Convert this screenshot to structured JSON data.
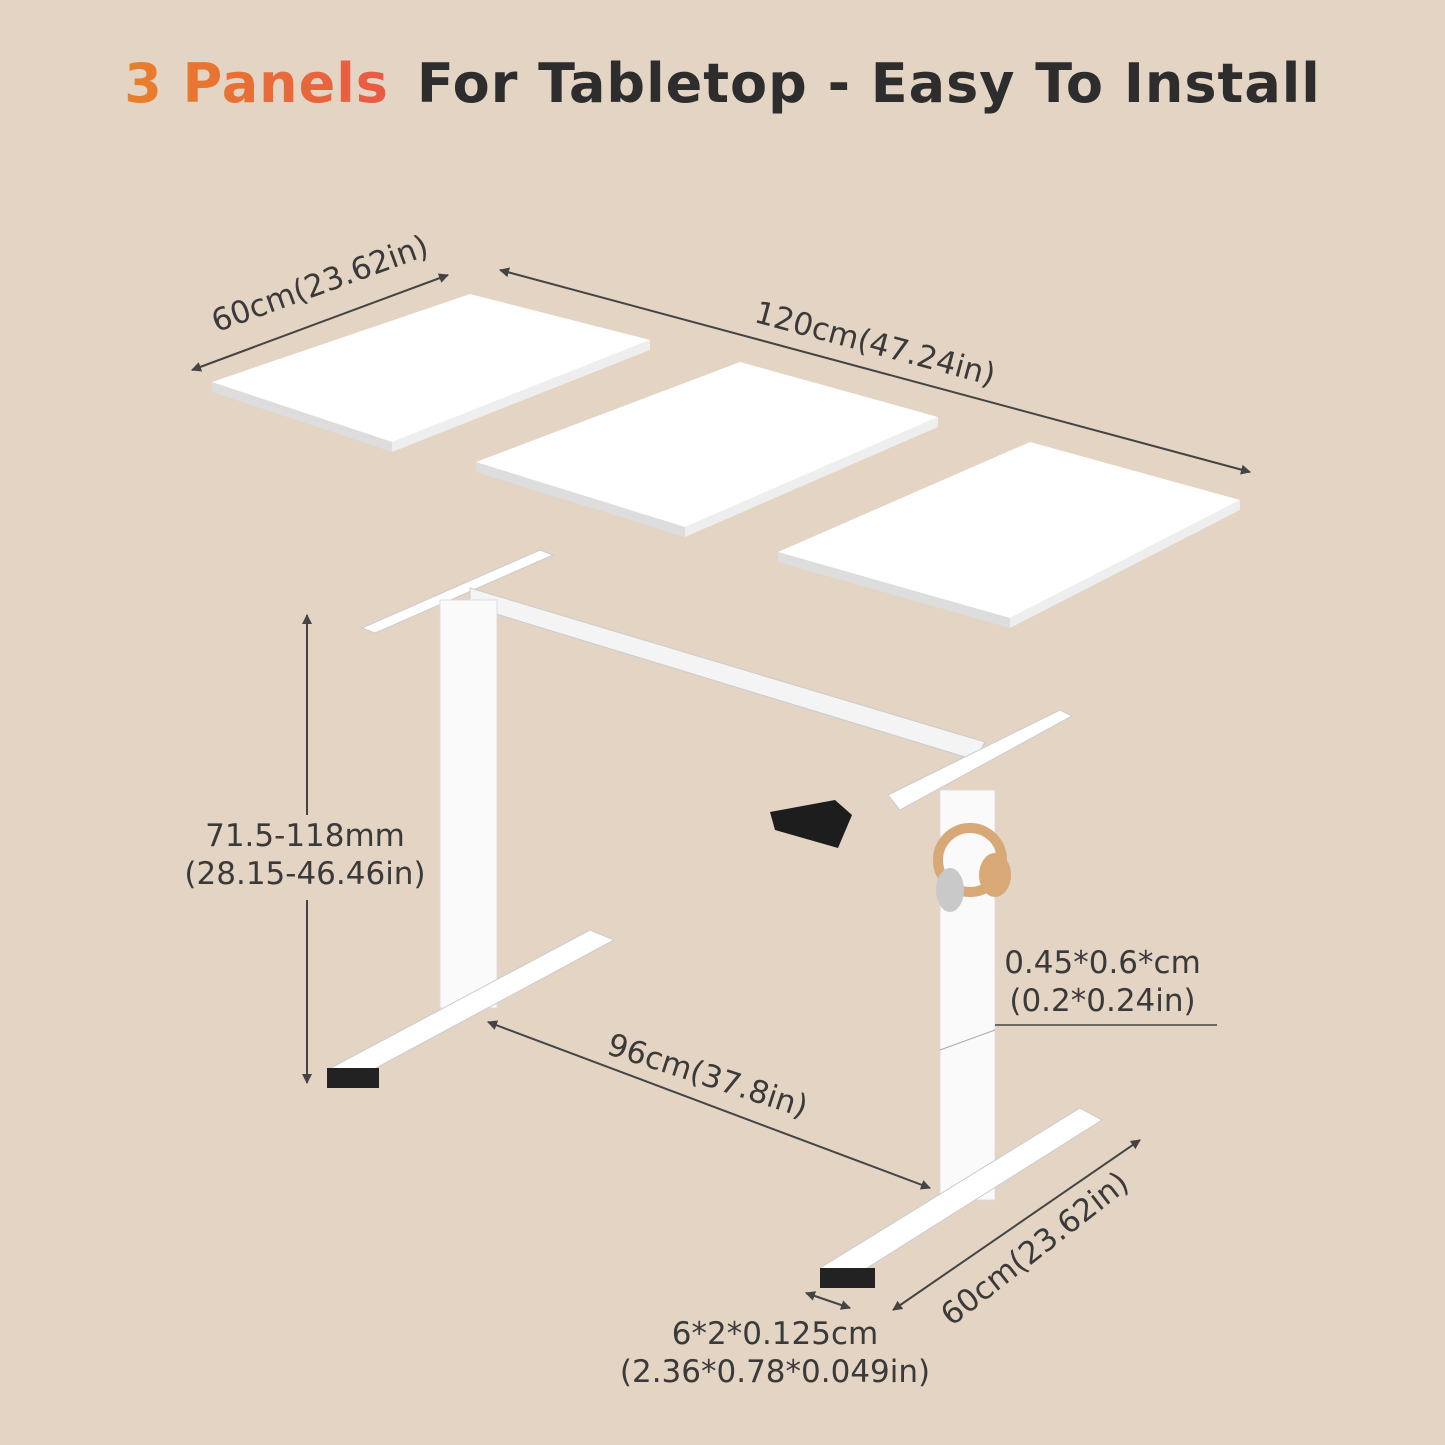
{
  "title": {
    "accent": "3 Panels",
    "rest": "For Tabletop - Easy To Install"
  },
  "colors": {
    "background": "#e3d4c3",
    "accent_start": "#e8802a",
    "accent_end": "#e85a45",
    "text": "#2d2d2d",
    "panel": "#ffffff"
  },
  "dimensions": {
    "panel_depth": "60cm(23.62in)",
    "tabletop_width": "120cm(47.24in)",
    "height_line1": "71.5-118mm",
    "height_line2": "(28.15-46.46in)",
    "tube_line1": "0.45*0.6*cm",
    "tube_line2": "(0.2*0.24in)",
    "frame_width": "96cm(37.8in)",
    "foot_depth": "60cm(23.62in)",
    "foot_line1": "6*2*0.125cm",
    "foot_line2": "(2.36*0.78*0.049in)"
  }
}
